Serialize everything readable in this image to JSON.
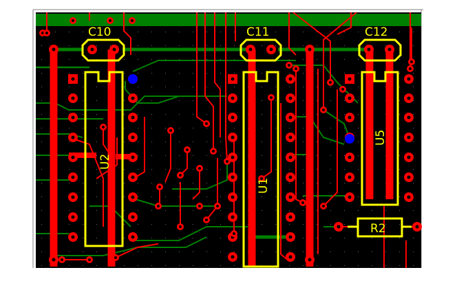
{
  "window": {
    "title": "PCB layout editor"
  },
  "colors": {
    "board_bg": "#000000",
    "copper_top": "#ff0000",
    "copper_bottom": "#008000",
    "silkscreen": "#ffff00",
    "via_marker": "#0000ff",
    "page_bg": "#ffffff",
    "frame": "#808080"
  },
  "components": {
    "c10": {
      "designator": "C10",
      "type": "capacitor"
    },
    "c11": {
      "designator": "C11",
      "type": "capacitor"
    },
    "c12": {
      "designator": "C12",
      "type": "capacitor"
    },
    "u2": {
      "designator": "U2",
      "type": "dip-ic"
    },
    "u1": {
      "designator": "U1",
      "type": "dip-ic"
    },
    "u5": {
      "designator": "U5",
      "type": "dip-ic"
    },
    "r2": {
      "designator": "R2",
      "type": "resistor"
    }
  },
  "layers_visible": [
    "top-copper",
    "bottom-copper",
    "silkscreen",
    "grid"
  ]
}
